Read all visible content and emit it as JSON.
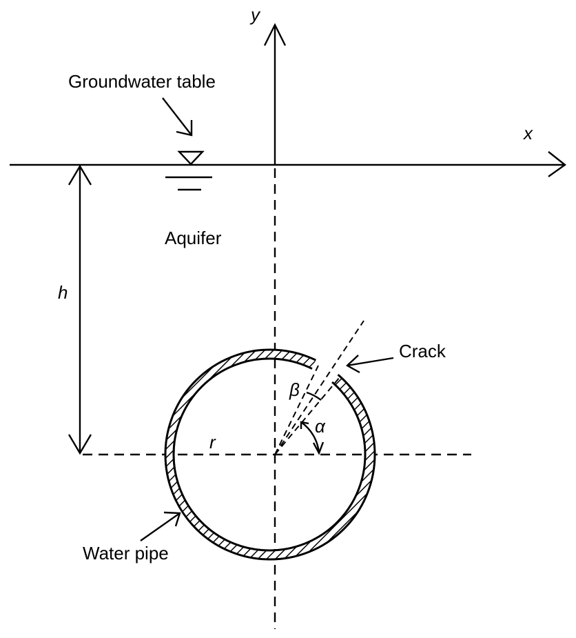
{
  "diagram": {
    "axes": {
      "x_label": "x",
      "y_label": "y"
    },
    "labels": {
      "groundwater_table": "Groundwater table",
      "aquifer": "Aquifer",
      "crack": "Crack",
      "water_pipe": "Water pipe"
    },
    "symbols": {
      "depth": "h",
      "radius": "r",
      "crack_angle": "α",
      "crack_width_angle": "β"
    },
    "colors": {
      "line": "#000000",
      "background": "#ffffff"
    }
  }
}
